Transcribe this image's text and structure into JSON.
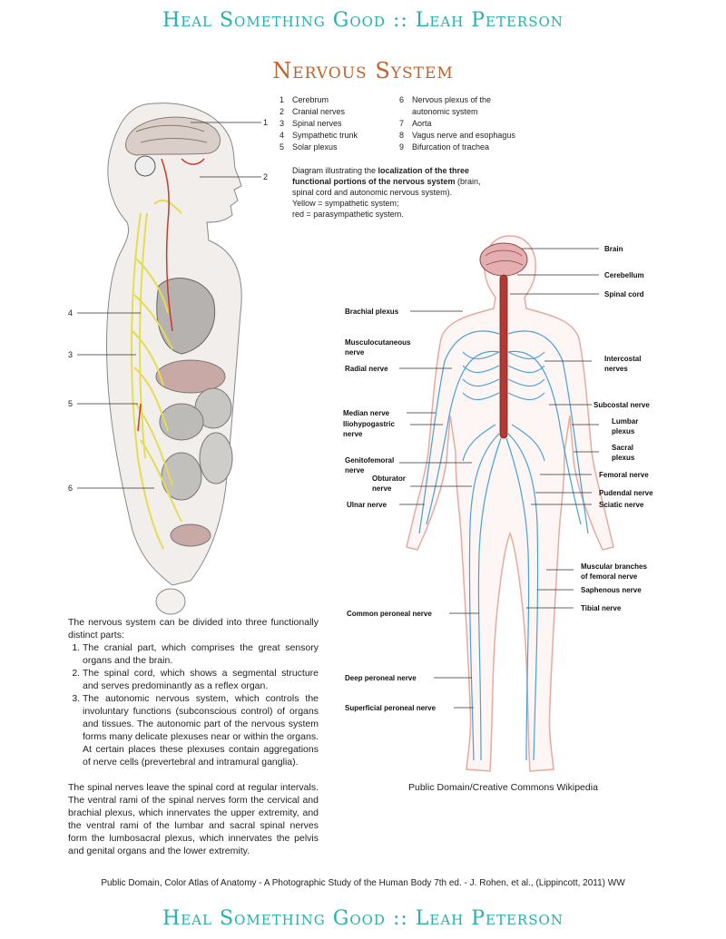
{
  "header": {
    "banner": "Heal Something Good :: Leah Peterson"
  },
  "title": "Nervous System",
  "legend": {
    "left": [
      {
        "num": "1",
        "text": "Cerebrum"
      },
      {
        "num": "2",
        "text": "Cranial nerves"
      },
      {
        "num": "3",
        "text": "Spinal nerves"
      },
      {
        "num": "4",
        "text": "Sympathetic trunk"
      },
      {
        "num": "5",
        "text": "Solar plexus"
      }
    ],
    "right": [
      {
        "num": "6",
        "text": "Nervous plexus of the",
        "cont": "autonomic system"
      },
      {
        "num": "7",
        "text": "Aorta"
      },
      {
        "num": "8",
        "text": "Vagus nerve and esophagus"
      },
      {
        "num": "9",
        "text": "Bifurcation of trachea"
      }
    ]
  },
  "caption": {
    "intro": "Diagram illustrating the ",
    "bold": "localization of the three functional portions of the nervous system",
    "rest": " (brain, spinal cord and autonomic nervous system).",
    "line2": "Yellow = sympathetic system;",
    "line3": "red = parasympathetic system."
  },
  "left_figure": {
    "labels": [
      "1",
      "2",
      "4",
      "3",
      "5",
      "6"
    ]
  },
  "right_figure": {
    "labels_right": [
      "Brain",
      "Cerebellum",
      "Spinal cord",
      "Intercostal",
      "nerves",
      "Subcostal nerve",
      "Lumbar",
      "plexus",
      "Sacral",
      "plexus",
      "Femoral nerve",
      "Pudendal nerve",
      "Sciatic nerve",
      "Muscular branches",
      "of femoral nerve",
      "Saphenous nerve",
      "Tibial nerve"
    ],
    "labels_left": [
      "Brachial plexus",
      "Musculocutaneous",
      "nerve",
      "Radial nerve",
      "Median nerve",
      "Iliohypogastric",
      "nerve",
      "Genitofemoral",
      "nerve",
      "Obturator",
      "nerve",
      "Ulnar nerve",
      "Common peroneal nerve",
      "Deep peroneal nerve",
      "Superficial peroneal nerve"
    ]
  },
  "credit_right": "Public Domain/Creative Commons Wikipedia",
  "body": {
    "intro": "The nervous system can be divided into three functionally distinct parts:",
    "items": [
      "The cranial part, which comprises the great sensory organs and the brain.",
      "The spinal cord, which shows a segmental structure and serves predominantly as a reflex organ.",
      "The autonomic nervous system, which controls the involuntary functions (subconscious control) of organs and tissues. The autonomic part of the nervous system forms many delicate plexuses near or within the organs. At certain places these plexuses contain aggregations of nerve cells (prevertebral and intramural ganglia)."
    ],
    "para2": "The spinal nerves leave the spinal cord at regular intervals. The ventral rami of the spinal nerves form the cervical and brachial plexus, which innervates the upper extremity, and the ventral rami of the lumbar and sacral spinal nerves form the lumbosacral plexus, which innervates the pelvis and genital organs and the lower extremity."
  },
  "source": "Public Domain, Color Atlas of Anatomy - A Photographic Study of the Human Body 7th ed. - J. Rohen, et al., (Lippincott, 2011) WW",
  "colors": {
    "banner": "#27b0ac",
    "title": "#c0622a",
    "nerve_blue": "#4a9fd8",
    "yellow": "#e4dc54",
    "red": "#c83a2a"
  }
}
